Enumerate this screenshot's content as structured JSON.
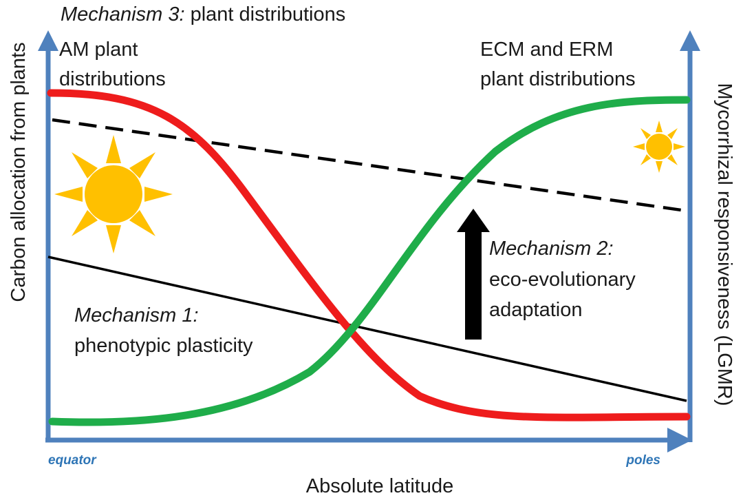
{
  "title": {
    "prefix": "Mechanism 3:",
    "rest": " plant distributions"
  },
  "left_label": {
    "line1": "AM plant",
    "line2": "distributions"
  },
  "right_label": {
    "line1": "ECM and ERM",
    "line2": "plant distributions"
  },
  "mechanism1": {
    "name": "Mechanism 1:",
    "desc": "phenotypic plasticity"
  },
  "mechanism2": {
    "name": "Mechanism 2:",
    "desc1": "eco-evolutionary",
    "desc2": "adaptation"
  },
  "axes": {
    "x_label": "Absolute latitude",
    "y_left_label": "Carbon allocation from plants",
    "y_right_label": "Mycorrhizal responsiveness (LGMR)",
    "x_start": "equator",
    "x_end": "poles"
  },
  "colors": {
    "axis": "#4f81bd",
    "am_curve": "#ee1c1c",
    "ecm_curve": "#1fad4a",
    "sun": "#ffc000",
    "line": "#000000"
  },
  "icons": {
    "large_sun": "sun-icon",
    "small_sun": "sun-icon",
    "arrow": "up-arrow-icon"
  }
}
